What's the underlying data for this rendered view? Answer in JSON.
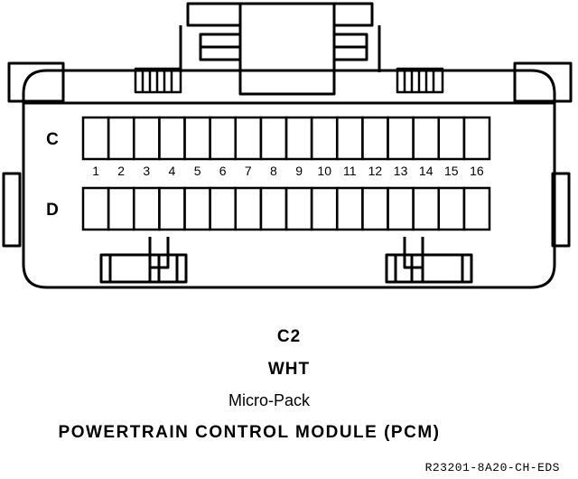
{
  "connector": {
    "rows": [
      {
        "label": "C",
        "cavities": 16
      },
      {
        "label": "D",
        "cavities": 16
      }
    ],
    "pin_numbers": [
      "1",
      "2",
      "3",
      "4",
      "5",
      "6",
      "7",
      "8",
      "9",
      "10",
      "11",
      "12",
      "13",
      "14",
      "15",
      "16"
    ]
  },
  "caption": {
    "connector_id": "C2",
    "color": "WHT",
    "type": "Micro-Pack",
    "module": "POWERTRAIN CONTROL MODULE (PCM)"
  },
  "reference": "R23201-8A20-CH-EDS"
}
